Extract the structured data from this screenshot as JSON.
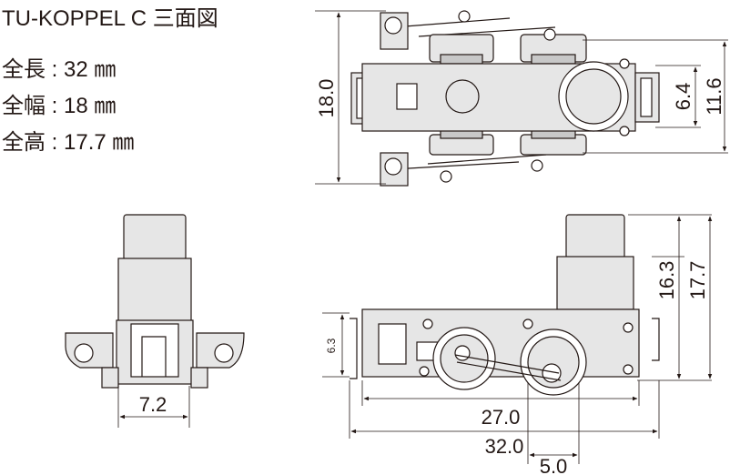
{
  "title": "TU-KOPPEL C 三面図",
  "specs": [
    {
      "label": "全長",
      "value": "32 ㎜"
    },
    {
      "label": "全幅",
      "value": "18 ㎜"
    },
    {
      "label": "全高",
      "value": "17.7 ㎜"
    }
  ],
  "dimensions": {
    "top_width": "18.0",
    "top_inner": "6.4",
    "top_outer": "11.6",
    "front_width": "7.2",
    "side_height_body": "16.3",
    "side_height_total": "17.7",
    "side_step": "6.3",
    "side_wheelbase_span": "27.0",
    "side_length": "32.0",
    "side_axle": "5.0"
  }
}
